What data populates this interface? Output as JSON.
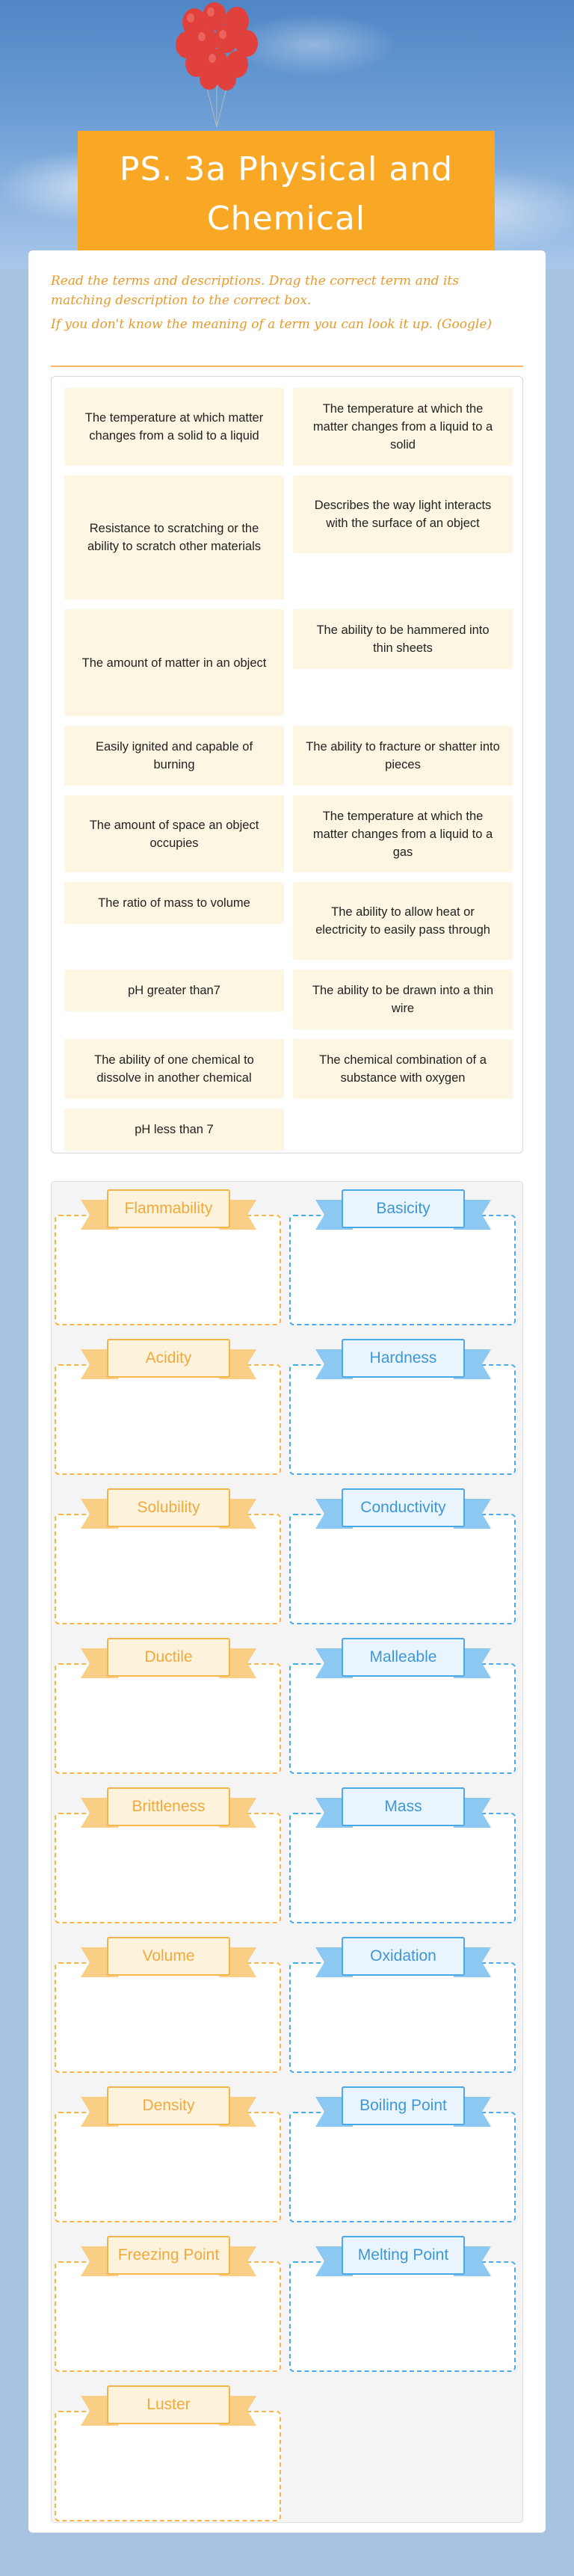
{
  "page": {
    "title": "PS. 3a Physical and Chemical",
    "instructions": [
      "Read the terms and descriptions.   Drag the correct term and its matching description to the correct box.",
      "If you don't know the meaning of a term you can look it up. (Google)"
    ]
  },
  "colors": {
    "header_orange": "#f8a824",
    "term_background": "#fdf6e3",
    "orange_accent": "#f8b444",
    "blue_accent": "#4da8ea"
  },
  "descriptions": [
    "The temperature at which matter changes from a solid to a liquid",
    "The temperature at which the matter changes from a liquid to a solid",
    "Resistance to scratching or the ability to scratch other materials",
    "Describes the way light interacts with the surface of an object",
    "The amount of matter in an object",
    "The ability to be hammered into thin sheets",
    "Easily ignited and capable of burning",
    "The ability to fracture or shatter into pieces",
    "The amount of space an object occupies",
    "The temperature at which the matter changes from a liquid to a gas",
    "The ratio of mass to volume",
    "The ability to allow heat or electricity to easily pass through",
    "pH greater than7",
    "The ability to be drawn into a thin wire",
    "The ability of one chemical to dissolve in another chemical",
    "The chemical combination of a substance with oxygen",
    "pH less than 7"
  ],
  "categories": [
    {
      "label": "Flammability",
      "color": "orange"
    },
    {
      "label": "Basicity",
      "color": "blue"
    },
    {
      "label": "Acidity",
      "color": "orange"
    },
    {
      "label": "Hardness",
      "color": "blue"
    },
    {
      "label": "Solubility",
      "color": "orange"
    },
    {
      "label": "Conductivity",
      "color": "blue"
    },
    {
      "label": "Ductile",
      "color": "orange"
    },
    {
      "label": "Malleable",
      "color": "blue"
    },
    {
      "label": "Brittleness",
      "color": "orange"
    },
    {
      "label": "Mass",
      "color": "blue"
    },
    {
      "label": "Volume",
      "color": "orange"
    },
    {
      "label": "Oxidation",
      "color": "blue"
    },
    {
      "label": "Density",
      "color": "orange"
    },
    {
      "label": "Boiling Point",
      "color": "blue"
    },
    {
      "label": "Freezing Point",
      "color": "orange"
    },
    {
      "label": "Melting Point",
      "color": "blue"
    },
    {
      "label": "Luster",
      "color": "orange"
    }
  ]
}
